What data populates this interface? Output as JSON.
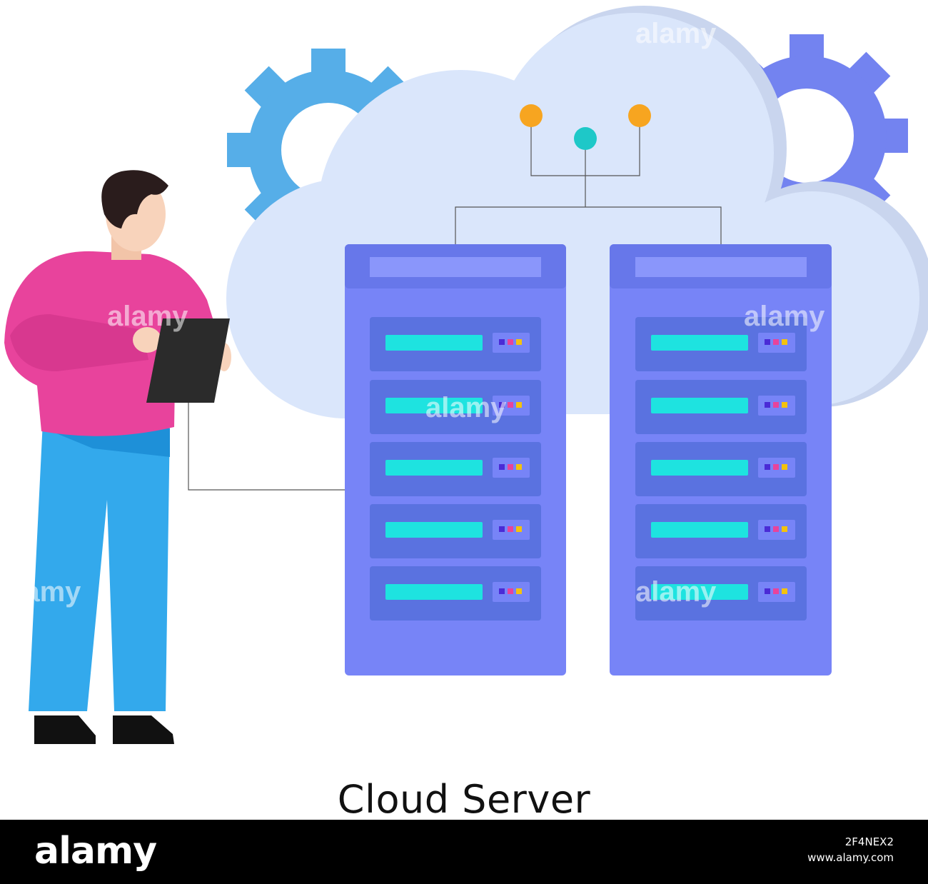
{
  "caption": "Cloud Server",
  "watermark": "alamy",
  "footer": {
    "logo": "alamy",
    "image_id": "2F4NEX2",
    "site": "www.alamy.com"
  },
  "colors": {
    "cloud": "#dae6fb",
    "gear_left": "#56aee8",
    "gear_right": "#7383f0",
    "server_body": "#7784f7",
    "server_slot": "#5a72e0",
    "slot_bar": "#1ee3e0",
    "shirt": "#e8439c",
    "pants": "#33a9ec",
    "node_orange": "#f7a520",
    "node_teal": "#1ec8c8"
  }
}
